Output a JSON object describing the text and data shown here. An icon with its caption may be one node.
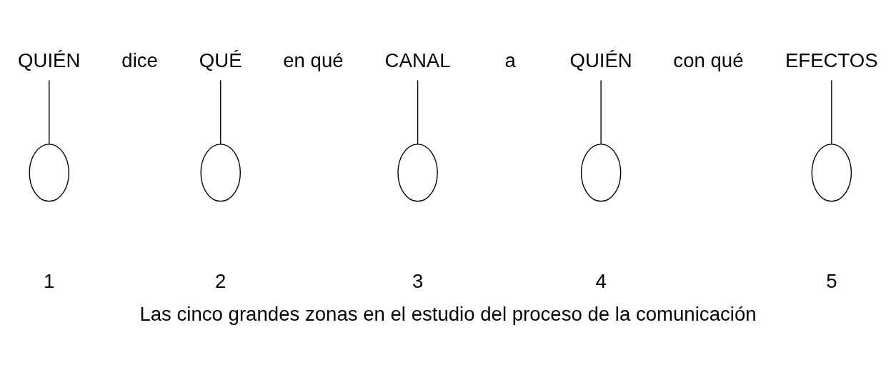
{
  "diagram": {
    "caption": "Las cinco grandes zonas en el estudio del proceso de la comunicación",
    "nodes": [
      {
        "text": [
          "QUIÉN"
        ]
      },
      {
        "text": [
          "QUÉ"
        ]
      },
      {
        "text": [
          "CANAL"
        ]
      },
      {
        "text": [
          "QUIÉN"
        ]
      },
      {
        "text": [
          "EFECTOS"
        ]
      },
      {
        "text": [],
        "shape": "circle",
        "beside": [
          "1"
        ]
      },
      {
        "text": [],
        "shape": "circle",
        "beside": [
          "2"
        ]
      },
      {
        "text": [],
        "shape": "circle",
        "beside": [
          "3"
        ]
      },
      {
        "text": [],
        "shape": "circle",
        "beside": [
          "4"
        ]
      },
      {
        "text": [],
        "shape": "circle",
        "beside": [
          "5"
        ]
      }
    ],
    "edges": [
      {
        "from": 0,
        "to": 5,
        "arrow": "none"
      },
      {
        "from": 1,
        "to": 6,
        "arrow": "none"
      },
      {
        "from": 2,
        "to": 7,
        "arrow": "none"
      },
      {
        "from": 3,
        "to": 8,
        "arrow": "none"
      },
      {
        "from": 4,
        "to": 9,
        "arrow": "none"
      }
    ],
    "labels": [
      "dice",
      "en qué",
      "a",
      "con qué"
    ]
  }
}
